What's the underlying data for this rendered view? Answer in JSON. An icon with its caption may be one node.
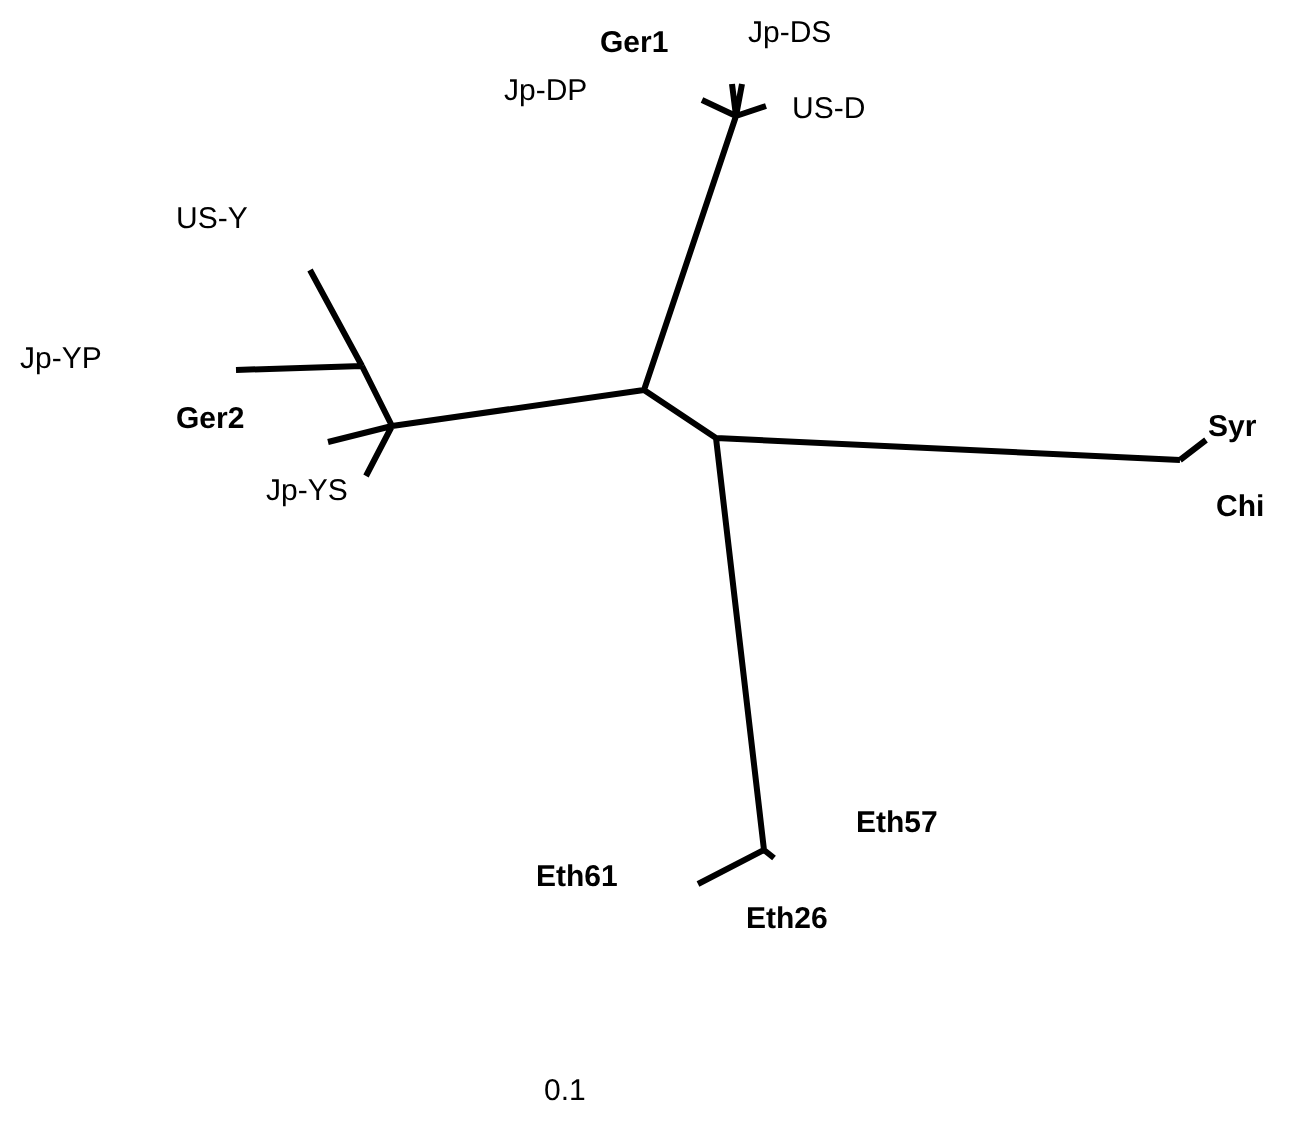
{
  "diagram": {
    "labels": [
      "Jp-DS",
      "Ger1",
      "Jp-DP",
      "US-D",
      "US-Y",
      "Jp-YP",
      "Ger2",
      "Syr",
      "Jp-YS",
      "Chi",
      "Eth57",
      "Eth61",
      "Eth26",
      "0.1"
    ]
  }
}
